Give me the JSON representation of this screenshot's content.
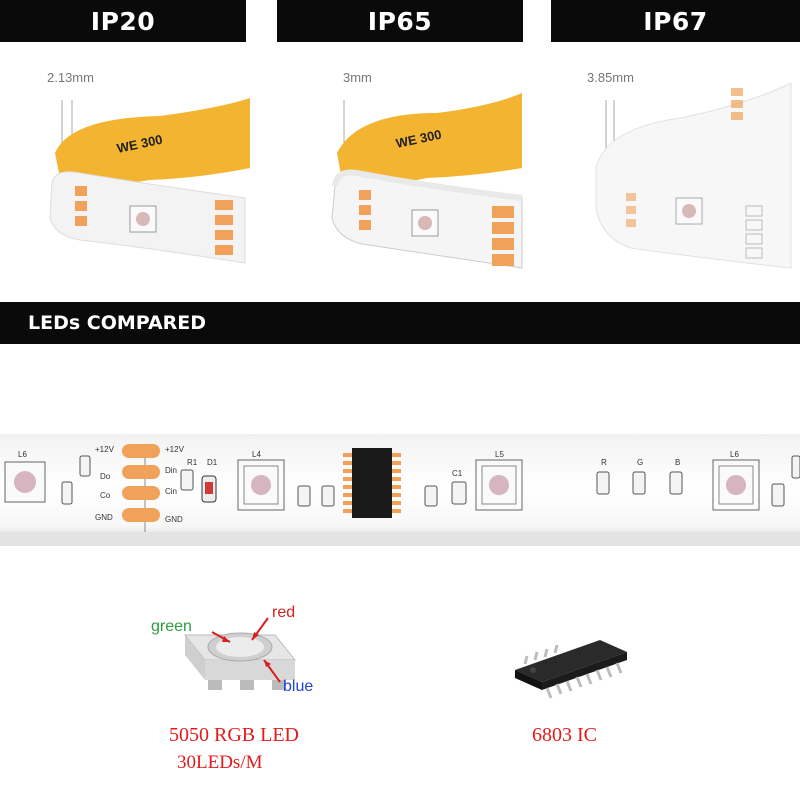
{
  "ratings": [
    {
      "label": "IP20",
      "thickness": "2.13mm"
    },
    {
      "label": "IP65",
      "thickness": "3mm"
    },
    {
      "label": "IP67",
      "thickness": "3.85mm"
    }
  ],
  "section_title": "LEDs COMPARED",
  "strip_silkscreen": {
    "labels_left": [
      "L6"
    ],
    "power_pins": [
      "+12V",
      "Do",
      "Co",
      "GND"
    ],
    "pins_right": [
      "+12V",
      "Din",
      "Cin",
      "GND"
    ],
    "r1": "R1",
    "d1": "D1",
    "l4": "L4",
    "c1": "C1",
    "l5": "L5",
    "rgb": [
      "R",
      "G",
      "B"
    ],
    "l6_right": "L6"
  },
  "tape_print": {
    "ip20": "WE 300",
    "ip65": "WE 300"
  },
  "led_detail": {
    "green": "green",
    "red": "red",
    "blue": "blue",
    "caption": "5050 RGB LED",
    "subcaption": "30LEDs/M"
  },
  "ic_detail": {
    "caption": "6803 IC"
  },
  "colors": {
    "bar": "#0a0a0a",
    "tape": "#f2b431",
    "pad": "#f0a25a",
    "caption_red": "#e41b1b"
  }
}
